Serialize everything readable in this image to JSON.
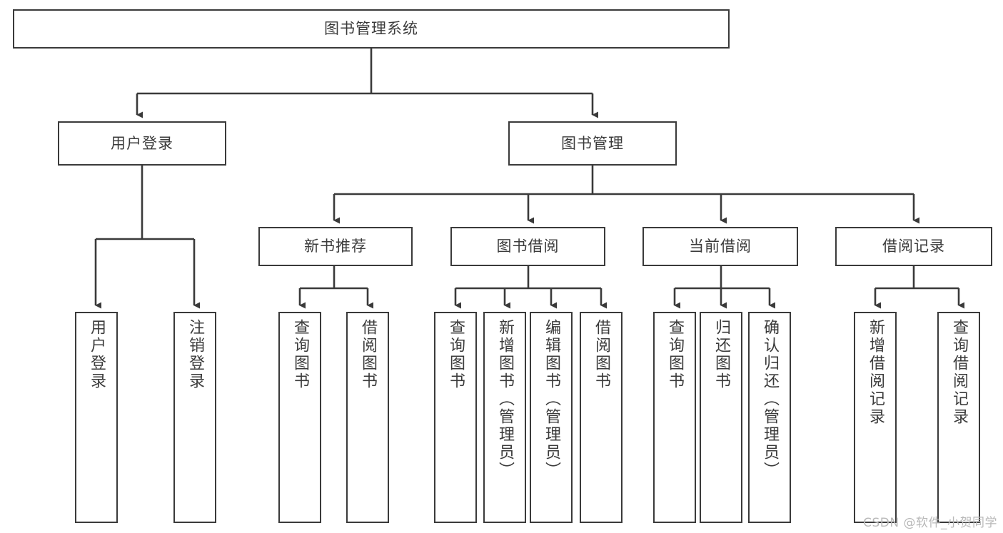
{
  "diagram": {
    "type": "tree",
    "title": "图书管理系统",
    "root": {
      "label": "图书管理系统"
    },
    "level2": [
      {
        "label": "用户登录"
      },
      {
        "label": "图书管理"
      }
    ],
    "level3": [
      {
        "label": "新书推荐"
      },
      {
        "label": "图书借阅"
      },
      {
        "label": "当前借阅"
      },
      {
        "label": "借阅记录"
      }
    ],
    "leaves": {
      "user_login": [
        {
          "label": "用户登录"
        },
        {
          "label": "注销登录"
        }
      ],
      "new_book_recommend": [
        {
          "label": "查询图书"
        },
        {
          "label": "借阅图书"
        }
      ],
      "book_borrow": [
        {
          "label": "查询图书"
        },
        {
          "label": "新增图书（管理员）"
        },
        {
          "label": "编辑图书（管理员）"
        },
        {
          "label": "借阅图书"
        }
      ],
      "current_borrow": [
        {
          "label": "查询图书"
        },
        {
          "label": "归还图书"
        },
        {
          "label": "确认归还（管理员）"
        }
      ],
      "borrow_record": [
        {
          "label": "新增借阅记录"
        },
        {
          "label": "查询借阅记录"
        }
      ]
    }
  },
  "watermark": {
    "text": "CSDN @软件_小贺同学"
  },
  "colors": {
    "box_border": "#3a3a3a",
    "box_fill": "#ffffff",
    "text": "#3b3b3b",
    "connector": "#3a3a3a",
    "watermark": "#b8b8b8"
  }
}
